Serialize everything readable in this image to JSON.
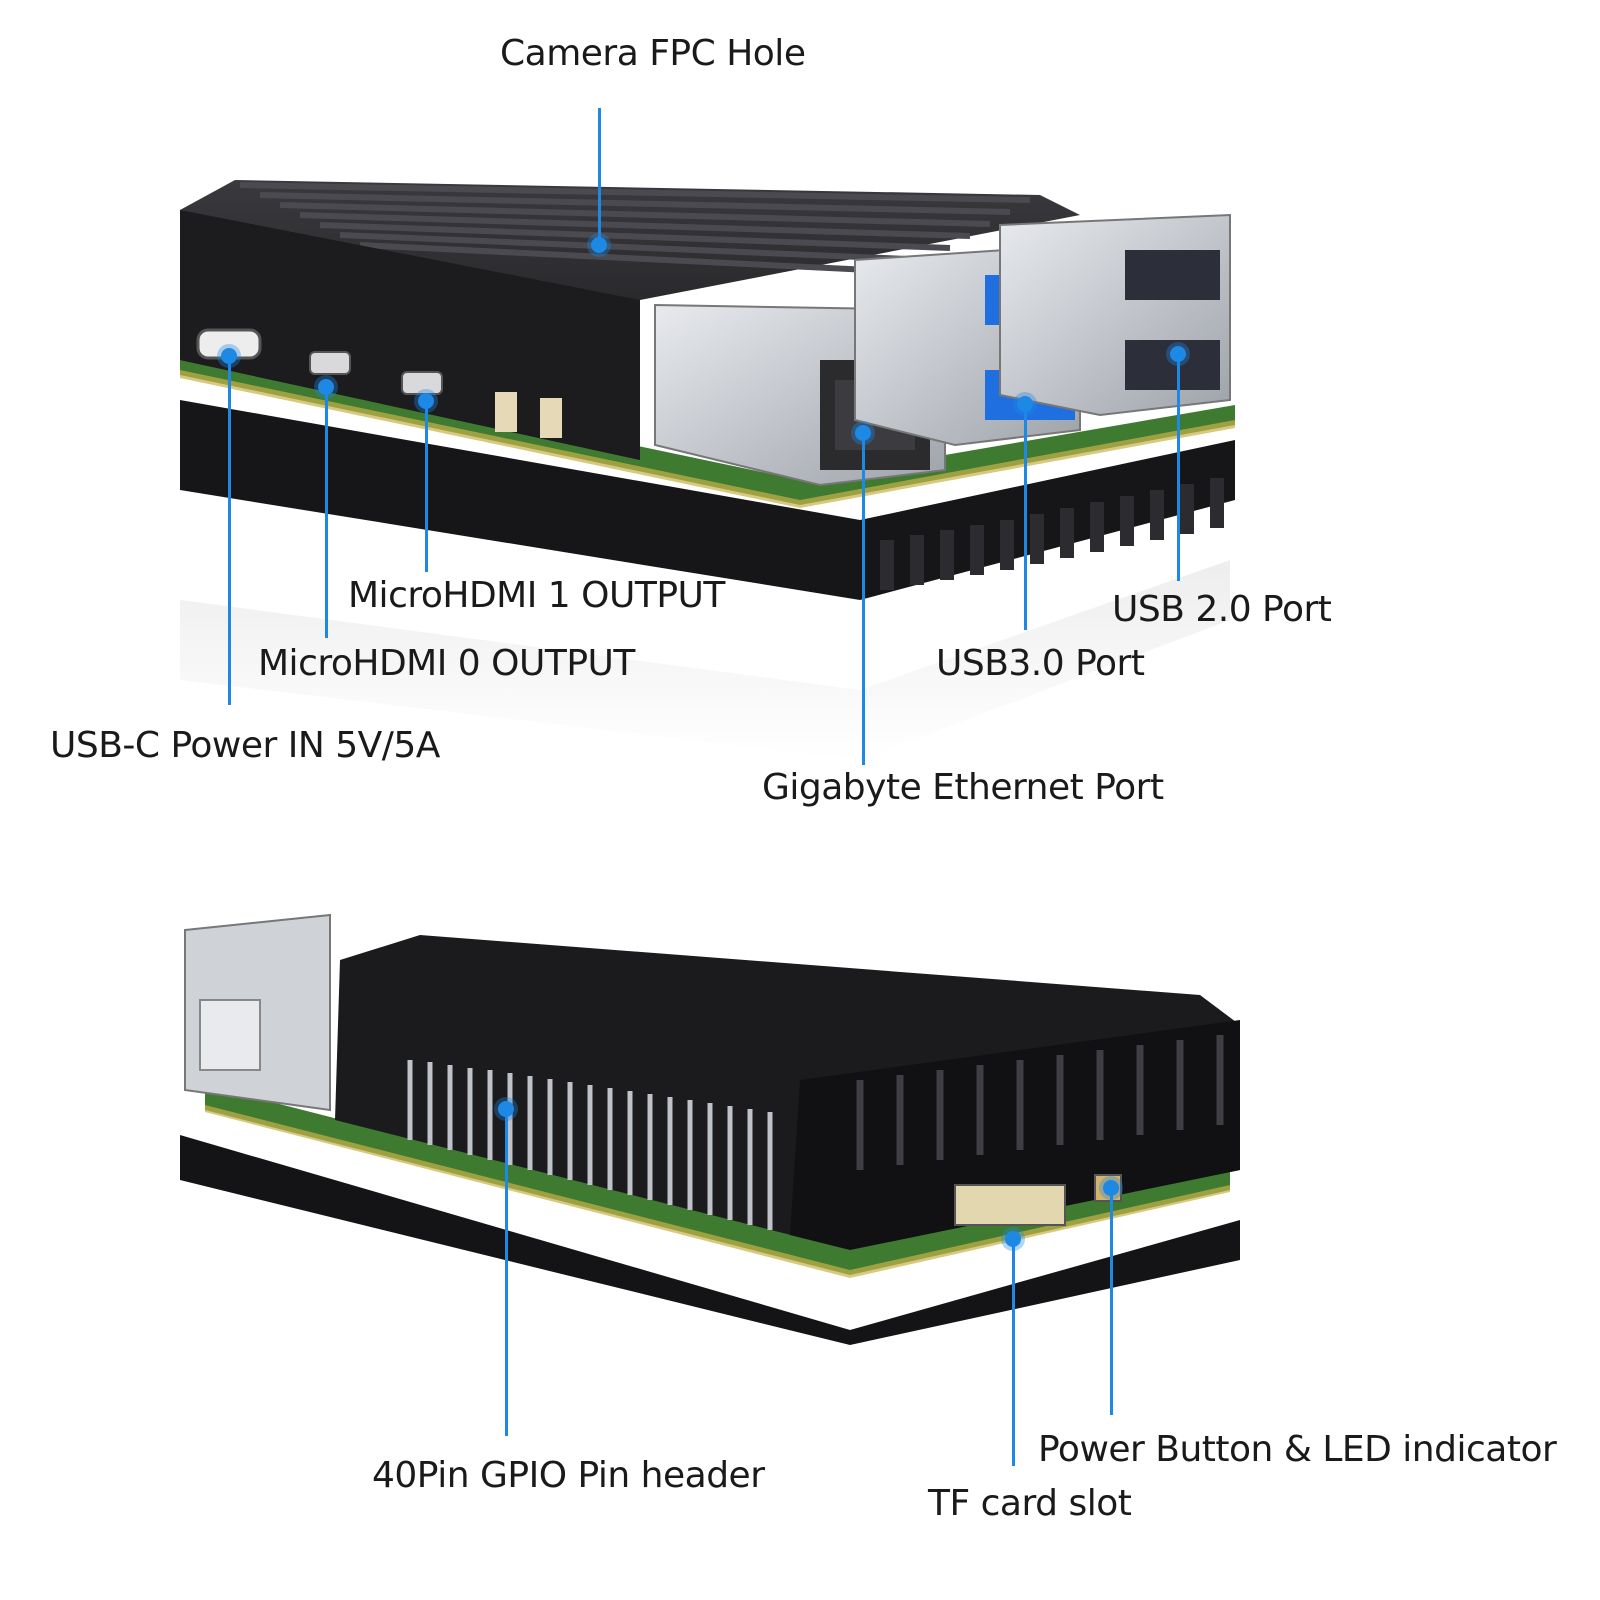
{
  "colors": {
    "callout": "#1e88e5",
    "case": "#1f1f22",
    "pcb": "#2f6b2a",
    "metal": "#c9ccd1",
    "usb3_blue": "#1f6fe0"
  },
  "top_view": {
    "image_name": "raspberry-pi-case-front",
    "labels": {
      "camera": "Camera FPC Hole",
      "hdmi1": "MicroHDMI 1 OUTPUT",
      "hdmi0": "MicroHDMI 0 OUTPUT",
      "usbc": "USB-C Power IN 5V/5A",
      "usb2": "USB 2.0 Port",
      "usb3": "USB3.0 Port",
      "ethernet": "Gigabyte Ethernet Port"
    }
  },
  "bottom_view": {
    "image_name": "raspberry-pi-case-side",
    "labels": {
      "gpio": "40Pin GPIO Pin header",
      "power": "Power Button & LED indicator",
      "tf": "TF card slot"
    }
  }
}
